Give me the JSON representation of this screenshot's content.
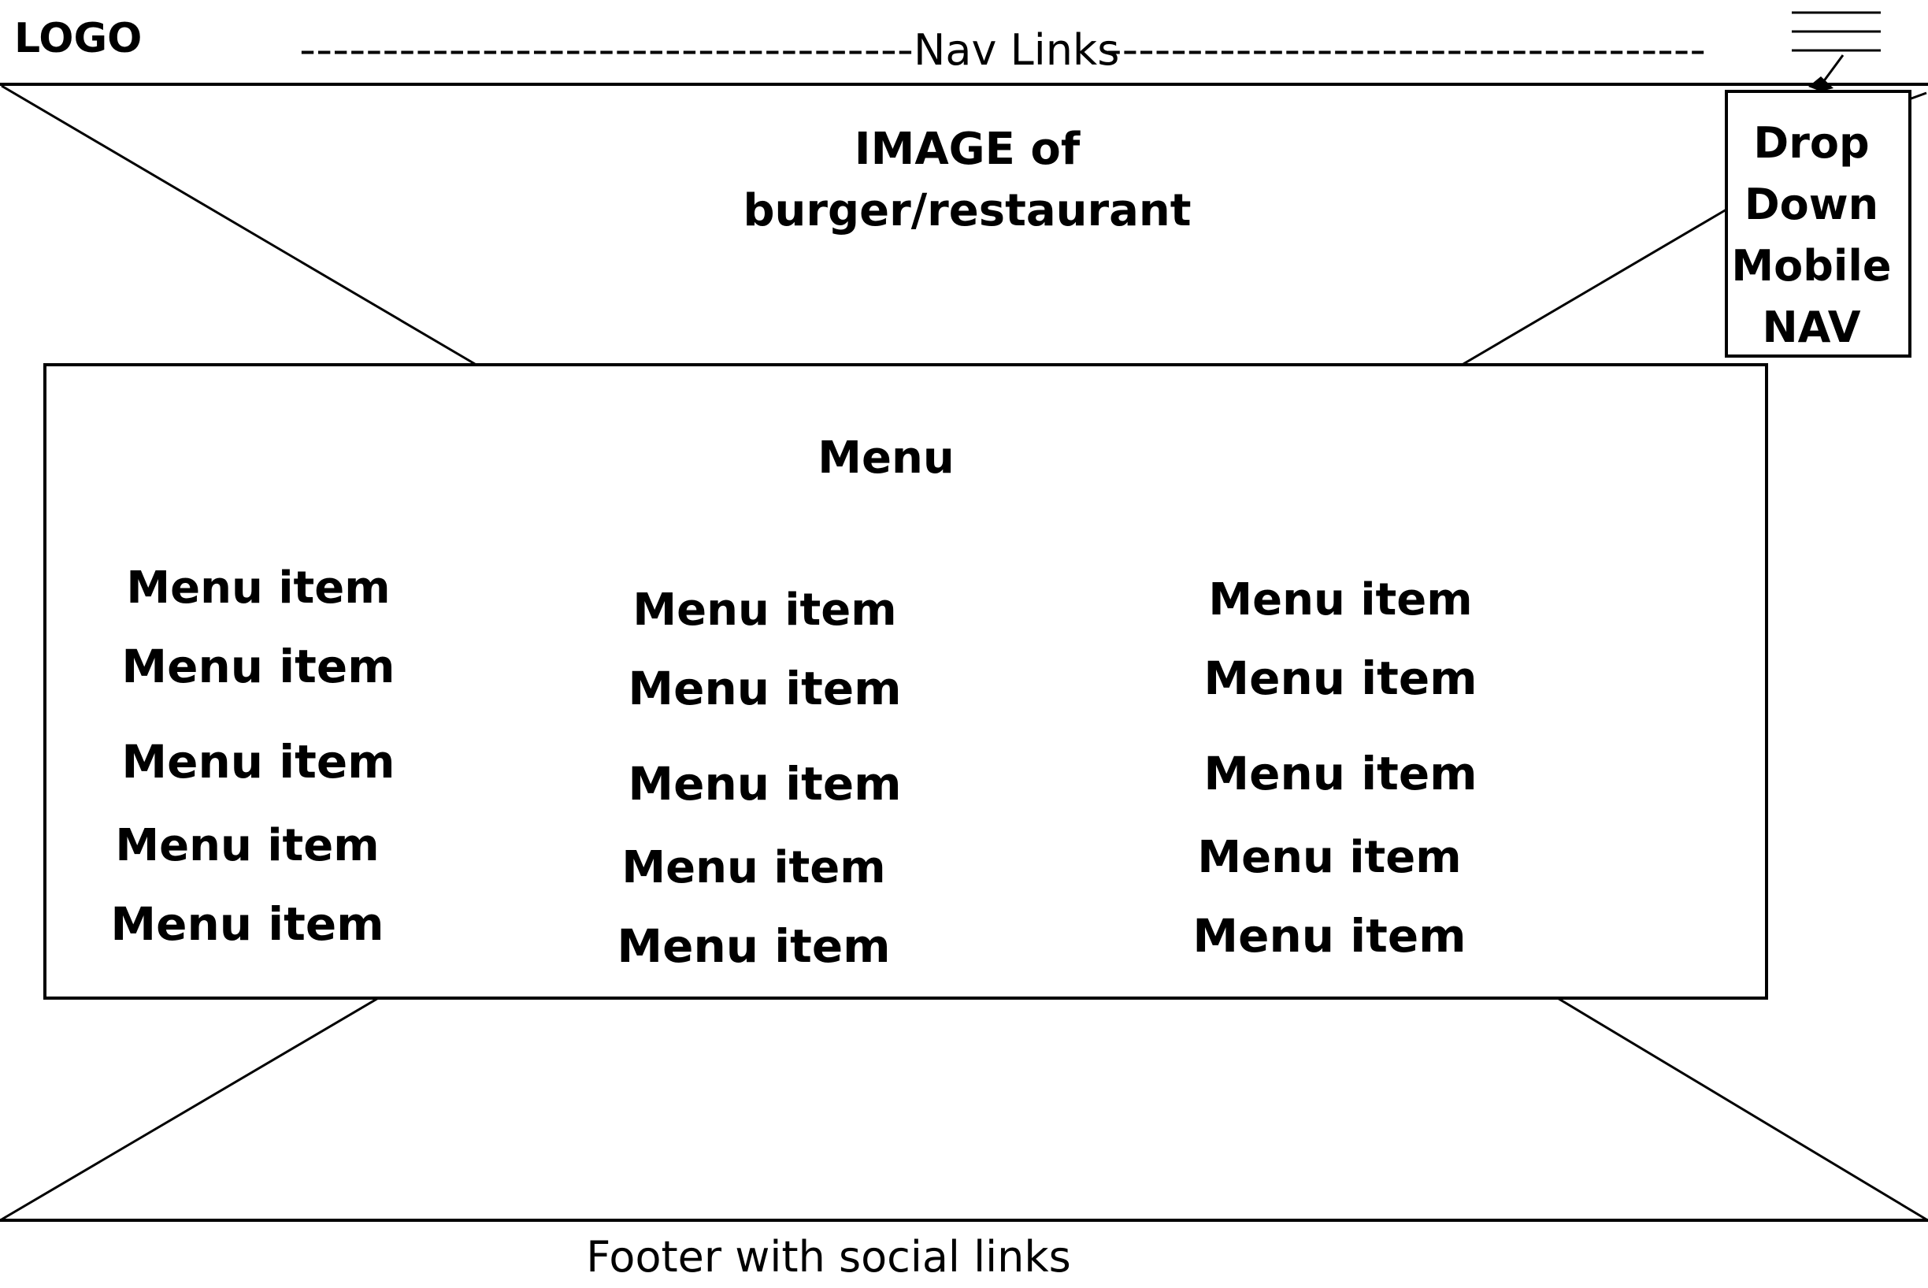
{
  "header": {
    "logo": "LOGO",
    "nav_dashes_left": "-------------------------------------",
    "nav_links": "Nav Links",
    "nav_dashes_right": "-------------------------------------"
  },
  "hamburger": {
    "icon": "hamburger-menu-icon"
  },
  "hero": {
    "line1": "IMAGE of",
    "line2": "burger/restaurant"
  },
  "mobile_nav": {
    "lines": [
      "Drop",
      "Down",
      "Mobile",
      "NAV"
    ]
  },
  "menu": {
    "title": "Menu",
    "columns": [
      [
        "Menu item",
        "Menu item",
        "Menu item",
        "Menu item",
        "Menu item"
      ],
      [
        "Menu item",
        "Menu item",
        "Menu item",
        "Menu item",
        "Menu item"
      ],
      [
        "Menu item",
        "Menu item",
        "Menu item",
        "Menu item",
        "Menu item"
      ]
    ]
  },
  "footer": {
    "text": "Footer with social links"
  },
  "colors": {
    "stroke": "#000000",
    "background": "#ffffff"
  }
}
